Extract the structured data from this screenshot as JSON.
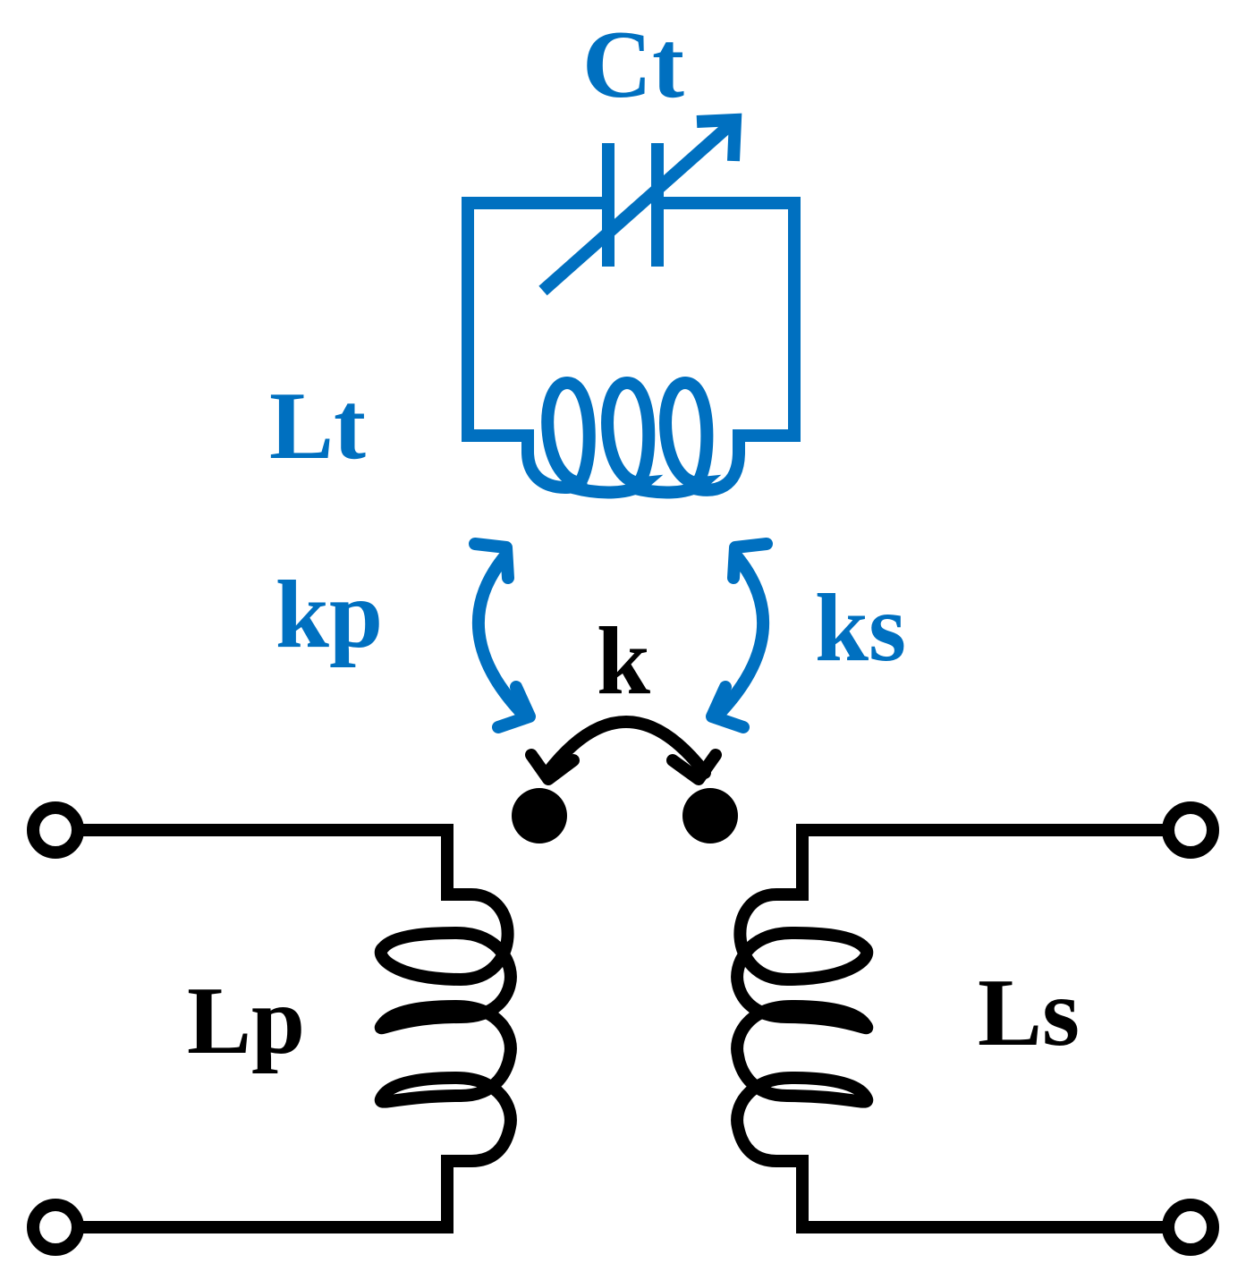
{
  "colors": {
    "tank": "#0070c0",
    "main": "#000000",
    "background": "#ffffff"
  },
  "labels": {
    "capacitor": "Ct",
    "tank_inductor": "Lt",
    "coupling_primary": "kp",
    "coupling_secondary": "ks",
    "coupling_main": "k",
    "primary_inductor": "Lp",
    "secondary_inductor": "Ls"
  },
  "icons": {
    "variable_capacitor": "variable-capacitor-icon",
    "inductor": "inductor-coil-icon",
    "terminal": "open-terminal-icon",
    "dot": "polarity-dot-icon",
    "coupling_arrow": "curved-double-arrow-icon"
  }
}
